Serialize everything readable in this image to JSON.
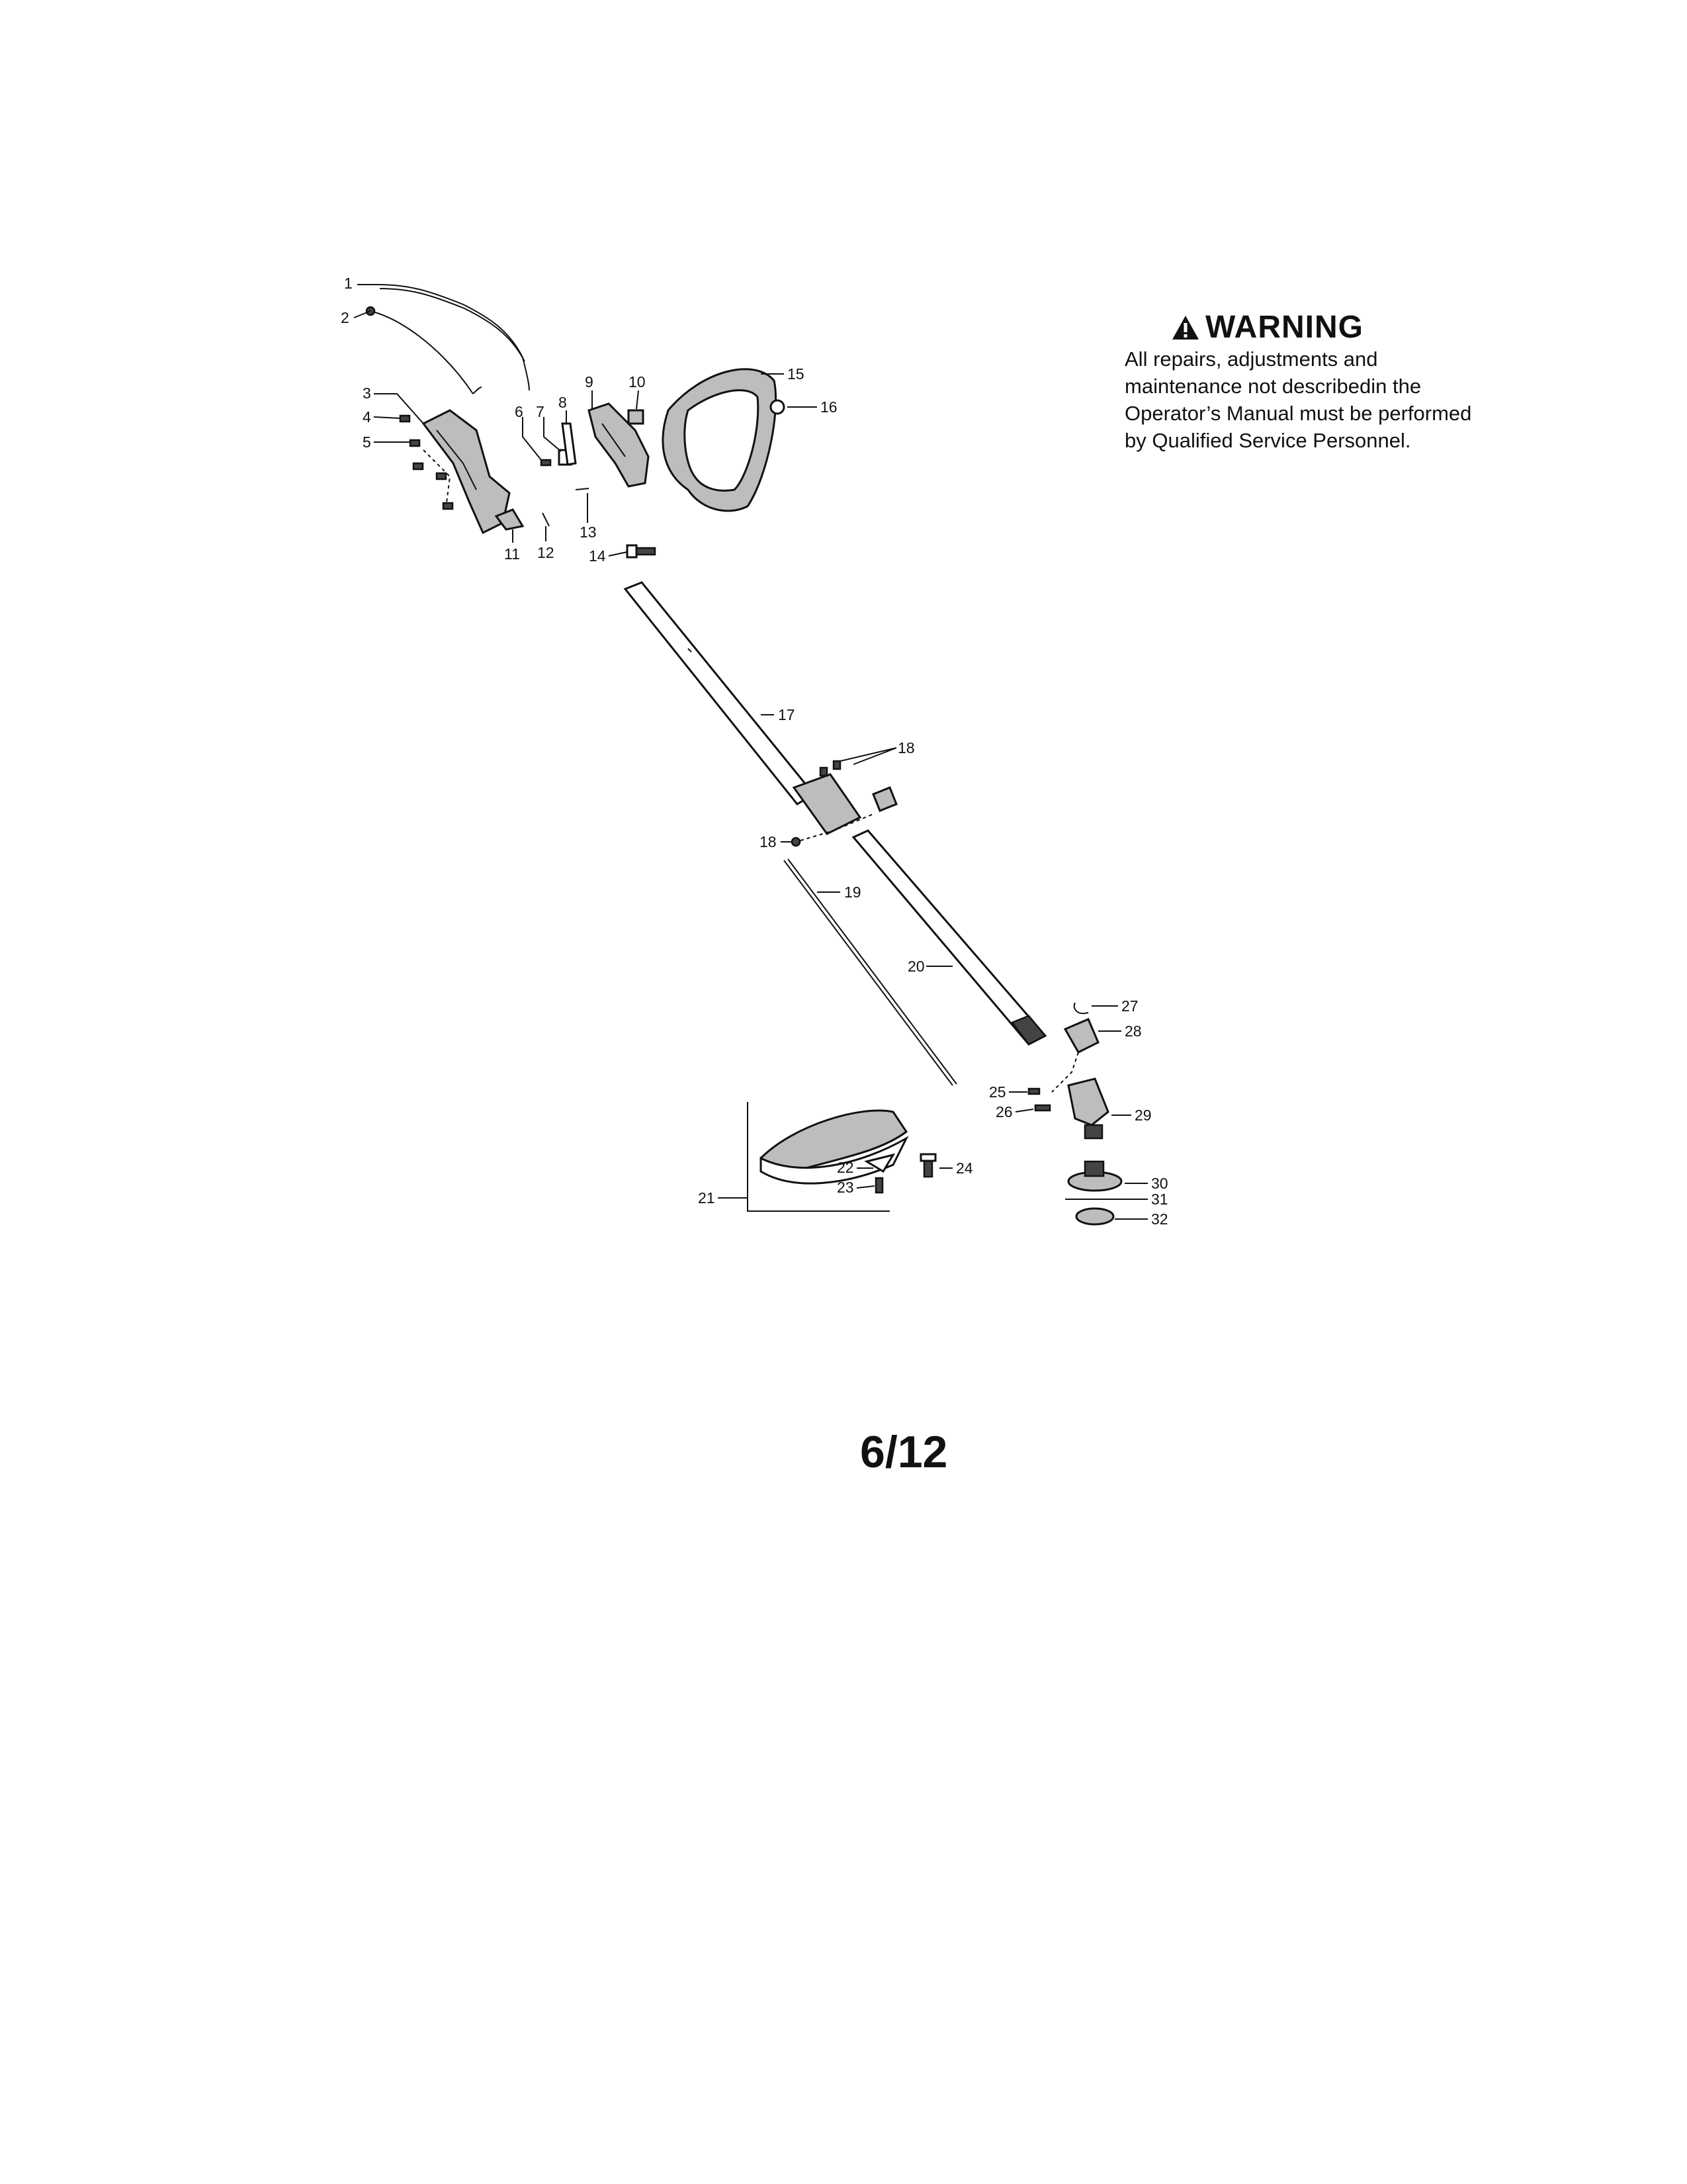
{
  "warning": {
    "icon": "warning-triangle-icon",
    "title": "WARNING",
    "text": "All repairs, adjustments and maintenance not describedin the Operator’s Manual must be performed by Qualified Service Personnel."
  },
  "page_number": "6/12",
  "callouts": {
    "c1": "1",
    "c2": "2",
    "c3": "3",
    "c4": "4",
    "c5": "5",
    "c6": "6",
    "c7": "7",
    "c8": "8",
    "c9": "9",
    "c10": "10",
    "c11": "11",
    "c12": "12",
    "c13": "13",
    "c14": "14",
    "c15": "15",
    "c16": "16",
    "c17": "17",
    "c18a": "18",
    "c18b": "18",
    "c19": "19",
    "c20": "20",
    "c21": "21",
    "c22": "22",
    "c23": "23",
    "c24": "24",
    "c25": "25",
    "c26": "26",
    "c27": "27",
    "c28": "28",
    "c29": "29",
    "c30": "30",
    "c31": "31",
    "c32": "32"
  }
}
